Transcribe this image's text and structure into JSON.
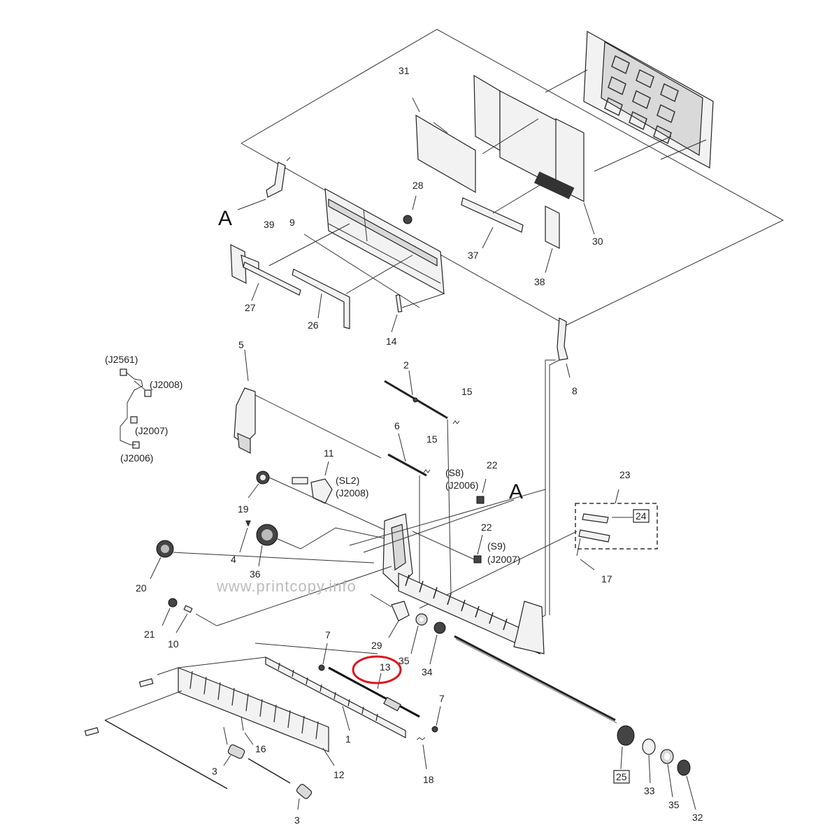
{
  "callouts": {
    "c1": "1",
    "c2": "2",
    "c3a": "3",
    "c3b": "3",
    "c4": "4",
    "c5": "5",
    "c6": "6",
    "c7a": "7",
    "c7b": "7",
    "c8": "8",
    "c9": "9",
    "c10": "10",
    "c11": "11",
    "c12": "12",
    "c13": "13",
    "c14": "14",
    "c15a": "15",
    "c15b": "15",
    "c16": "16",
    "c17": "17",
    "c18": "18",
    "c19": "19",
    "c20": "20",
    "c21": "21",
    "c22a": "22",
    "c22b": "22",
    "c23": "23",
    "c24": "24",
    "c25": "25",
    "c26": "26",
    "c27": "27",
    "c28": "28",
    "c29": "29",
    "c30": "30",
    "c31": "31",
    "c32": "32",
    "c33": "33",
    "c34": "34",
    "c35a": "35",
    "c35b": "35",
    "c36": "36",
    "c37": "37",
    "c38": "38",
    "c39": "39"
  },
  "reference_letters": {
    "a1": "A",
    "a2": "A"
  },
  "connectors": {
    "j2561": "(J2561)",
    "j2008": "(J2008)",
    "j2007": "(J2007)",
    "j2006": "(J2006)",
    "sl2": "(SL2)",
    "sl2_j": "(J2008)",
    "s8": "(S8)",
    "s8_j": "(J2006)",
    "s9": "(S9)",
    "s9_j": "(J2007)"
  },
  "watermark": "www.printcopy.info",
  "highlight": {
    "target": "13",
    "color": "#e0121b"
  }
}
